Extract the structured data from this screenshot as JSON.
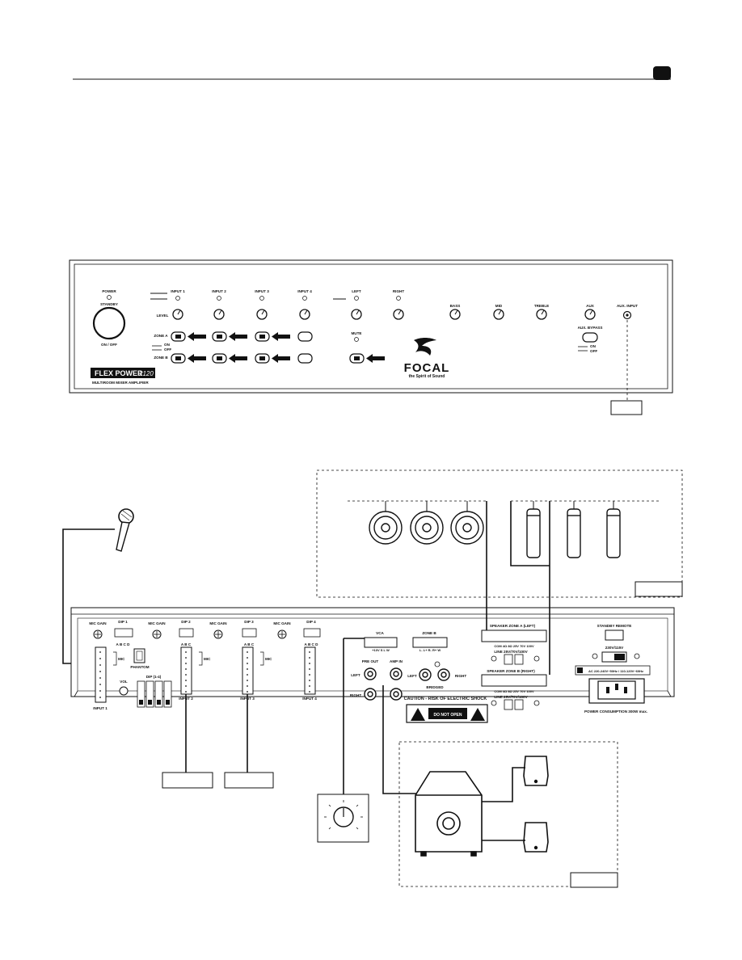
{
  "page_tab": "",
  "front_panel": {
    "power_label": "POWER",
    "standby_label": "STANDBY",
    "onoff_label": "ON / OFF",
    "top_labels": [
      "INPUT 1",
      "INPUT 2",
      "INPUT 3",
      "INPUT 4",
      "LEFT",
      "RIGHT",
      "BASS",
      "MID",
      "TREBLE",
      "AUX",
      "AUX. INPUT"
    ],
    "level_label": "LEVEL",
    "zone_a_label": "ZONE A",
    "zone_b_label": "ZONE B",
    "mute_label": "MUTE",
    "aux_bypass_label": "AUX. BYPASS",
    "on_label": "ON",
    "off_label": "OFF",
    "model_name": "FLEX POWER",
    "model_number": "2120",
    "model_subtitle": "MULTIROOM MIXER AMPLIFIER",
    "brand": "FOCAL",
    "brand_tagline": "the Spirit of Sound"
  },
  "rear_panel": {
    "mic_gain_label": "MIC GAIN",
    "dip_labels": [
      "DIP 1",
      "DIP 2",
      "DIP 3",
      "DIP 4"
    ],
    "abcd_label": "A B C D",
    "abc_label": "A B C",
    "input_labels": [
      "INPUT 1",
      "INPUT 2",
      "INPUT 3",
      "INPUT 4"
    ],
    "mic_label": "MIC",
    "phantom_label": "PHANTOM",
    "dip_range_label": "DIP (1-4)",
    "vol_label": "VOL",
    "vca_label": "VCA",
    "vca_pins": "+10V  S  L  W",
    "zone_b_label": "ZONE B",
    "zone_b_pins": "L-  L+  R-  R+  W",
    "pre_out_label": "PRE OUT",
    "amp_in_label": "AMP IN",
    "left_label": "LEFT",
    "right_label": "RIGHT",
    "bridged_label": "BRIDGED",
    "speaker_a_label": "SPEAKER ZONE A (LEFT)",
    "speaker_b_label": "SPEAKER ZONE B (RIGHT)",
    "speaker_pins": "COM  4Ω  8Ω  25V  70V  100V",
    "line_label": "LINE 25V/70V/100V",
    "caution_text": "CAUTION - RISK OF ELECTRIC SHOCK",
    "warning_text": "DO NOT OPEN",
    "standby_remote_label": "STANDBY REMOTE",
    "voltage_label": "230V/115V",
    "mains_label": "AC 220-240V~50Hz / 110-120V~60Hz",
    "power_consumption": "POWER CONSUMPTION 300W max."
  },
  "callouts": [
    "",
    "",
    "",
    "",
    ""
  ]
}
